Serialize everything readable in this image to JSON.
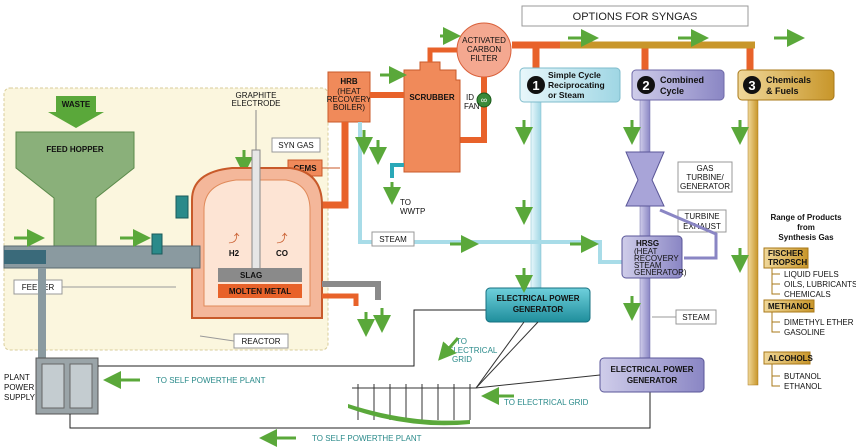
{
  "title": "OPTIONS FOR SYNGAS",
  "labels": {
    "waste": "WASTE",
    "feed_hopper": "FEED HOPPER",
    "feeder": "FEEDER",
    "graphite_electrode_1": "GRAPHITE",
    "graphite_electrode_2": "ELECTRODE",
    "syn_gas": "SYN GAS",
    "cems": "CEMS",
    "h2": "H2",
    "co": "CO",
    "slag": "SLAG",
    "molten_metal": "MOLTEN METAL",
    "reactor": "REACTOR",
    "hrb": "HRB",
    "hrb_sub": [
      "(HEAT",
      "RECOVERY",
      "BOILER)"
    ],
    "scrubber": "SCRUBBER",
    "id_fan": [
      "ID",
      "FAN"
    ],
    "carbon_filter": [
      "ACTIVATED",
      "CARBON",
      "FILTER"
    ],
    "to_wwtp": [
      "TO",
      "WWTP"
    ],
    "steam1": "STEAM",
    "steam2": "STEAM",
    "plant_power": [
      "PLANT",
      "POWER",
      "SUPPLY"
    ],
    "to_self_power_1": "TO SELF POWERTHE PLANT",
    "to_self_power_2": "TO SELF POWERTHE PLANT",
    "to_grid_1": [
      "TO",
      "ELECTRICAL",
      "GRID"
    ],
    "to_grid_2": "TO ELECTRICAL GRID",
    "epg1": [
      "ELECTRICAL POWER",
      "GENERATOR"
    ],
    "epg2": [
      "ELECTRICAL POWER",
      "GENERATOR"
    ],
    "gas_turbine": [
      "GAS",
      "TURBINE/",
      "GENERATOR"
    ],
    "turbine_exhaust": [
      "TURBINE",
      "EXHAUST"
    ],
    "hrsg": "HRSG",
    "hrsg_sub": [
      "(HEAT",
      "RECOVERY",
      "STEAM",
      "GENERATOR)"
    ]
  },
  "options": [
    {
      "num": "1",
      "label": [
        "Simple Cycle",
        "Reciprocating",
        "or Steam"
      ]
    },
    {
      "num": "2",
      "label": [
        "Combined",
        "Cycle"
      ]
    },
    {
      "num": "3",
      "label": [
        "Chemicals",
        "& Fuels"
      ]
    }
  ],
  "products": {
    "heading": [
      "Range of Products",
      "from",
      "Synthesis Gas"
    ],
    "groups": [
      {
        "name": [
          "FISCHER",
          "TROPSCH"
        ],
        "items": [
          "LIQUID FUELS",
          "OILS, LUBRICANTS",
          "CHEMICALS"
        ]
      },
      {
        "name": [
          "METHANOL"
        ],
        "items": [
          "DIMETHYL ETHER",
          "GASOLINE"
        ]
      },
      {
        "name": [
          "ALCOHOLS"
        ],
        "items": [
          "BUTANOL",
          "ETHANOL"
        ]
      }
    ]
  },
  "colors": {
    "syngas_orange": "#e8622a",
    "steam_blue": "#a8dce8",
    "combined_purple": "#8a86c4",
    "chem_gold": "#c8962a",
    "arrow_green": "#5aa83a",
    "hopper_green": "#8ab07a",
    "area_cream": "#fbf6de",
    "teal": "#2aa8b8"
  }
}
